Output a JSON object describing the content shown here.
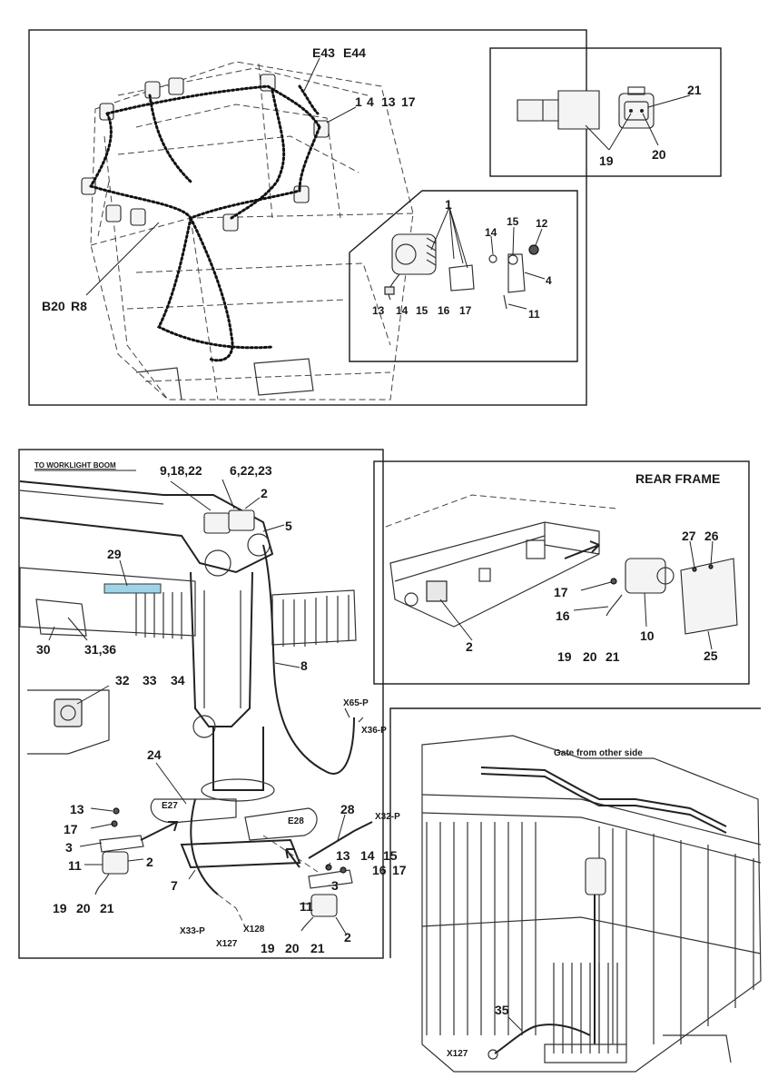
{
  "panels": {
    "cab": {
      "labels": [
        "E43",
        "E44",
        "1",
        "4",
        "13",
        "17",
        "B20",
        "R8"
      ]
    },
    "connector": {
      "labels": [
        "21",
        "19",
        "20"
      ]
    },
    "lamp_detail": {
      "labels": [
        "1",
        "14",
        "15",
        "12",
        "4",
        "13",
        "14",
        "15",
        "16",
        "17",
        "11"
      ]
    },
    "boom": {
      "title": "TO WORKLIGHT BOOM",
      "labels": [
        "9,18,22",
        "6,22,23",
        "2",
        "5",
        "29",
        "30",
        "31,36",
        "8",
        "32",
        "33",
        "34",
        "X65-P",
        "X36-P",
        "24",
        "E27",
        "E28",
        "28",
        "X32-P",
        "13",
        "17",
        "3",
        "11",
        "2",
        "19",
        "20",
        "21",
        "7",
        "13",
        "14",
        "15",
        "16",
        "17",
        "3",
        "11",
        "2",
        "X33-P",
        "X128",
        "X127",
        "19",
        "20",
        "21"
      ]
    },
    "rear_frame": {
      "title": "REAR FRAME",
      "labels": [
        "27",
        "26",
        "17",
        "16",
        "2",
        "10",
        "25",
        "19",
        "20",
        "21"
      ]
    },
    "gate": {
      "title": "Gate from other side",
      "labels": [
        "35",
        "X127"
      ]
    }
  }
}
